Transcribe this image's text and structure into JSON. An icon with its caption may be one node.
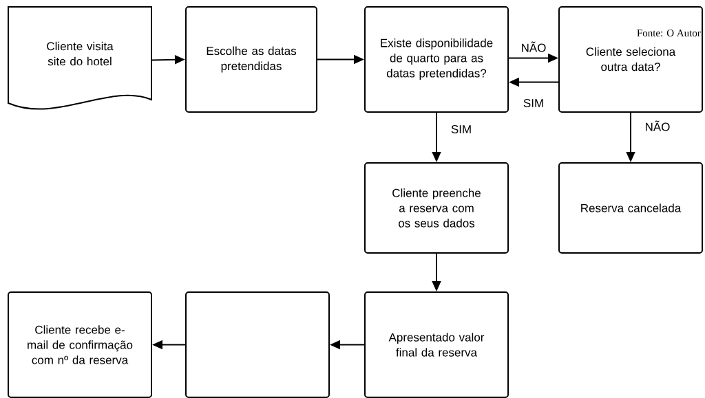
{
  "diagram": {
    "nodes": [
      {
        "text": [
          "Cliente visita site do hotel"
        ]
      },
      {
        "text": [
          "Escolhe as datas pretendidas"
        ]
      },
      {
        "text": [
          "Existe disponibilidade de quarto para as datas pretendidas?"
        ]
      },
      {
        "text": [
          "Cliente seleciona outra data?"
        ]
      },
      {
        "text": [
          "Cliente preenche a reserva com os seus dados"
        ]
      },
      {
        "text": [
          "Reserva cancelada"
        ]
      },
      {
        "text": [
          "Cliente recebe e-mail de confirmação com nº da reserva"
        ]
      },
      {
        "text": [],
        "shape": "box"
      },
      {
        "text": [
          "Apresentado valor final da reserva"
        ]
      }
    ],
    "edges": [
      {
        "from": 0,
        "to": 1,
        "arrow": "to"
      },
      {
        "from": 1,
        "to": 2,
        "arrow": "to"
      },
      {
        "from": 2,
        "to": 3,
        "arrow": "to",
        "label": "NÃO"
      },
      {
        "from": 3,
        "to": 2,
        "arrow": "to",
        "label": "SIM"
      },
      {
        "from": 2,
        "to": 4,
        "arrow": "to",
        "label": "SIM"
      },
      {
        "from": 3,
        "to": 5,
        "arrow": "to",
        "label": "NÃO"
      },
      {
        "from": 4,
        "to": 8,
        "arrow": "to"
      },
      {
        "from": 8,
        "to": 7,
        "arrow": "to"
      },
      {
        "from": 7,
        "to": 6,
        "arrow": "to"
      }
    ],
    "labels": [
      "Fonte: O Autor"
    ]
  }
}
